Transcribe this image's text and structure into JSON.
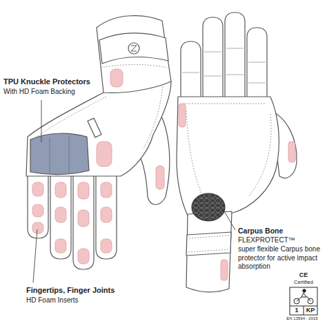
{
  "diagram": {
    "labels": [
      "TPU Knuckle Protectors",
      "With HD Foam Backing",
      "Fingertips, Finger Joints",
      "HD Foam Inserts",
      "Carpus Bone",
      "FLEXPROTECT™",
      "super flexible Carpus bone protector for active impact absorption",
      "CE",
      "Certified",
      "1",
      "KP",
      "EN 13594 - 2015"
    ]
  }
}
